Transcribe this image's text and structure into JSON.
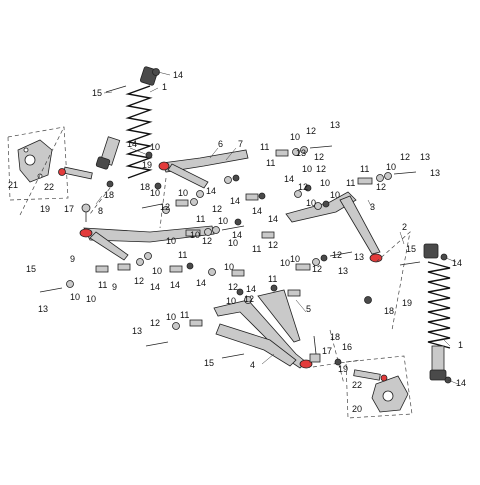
{
  "diagram": {
    "callouts": [
      {
        "id": "c1",
        "text": "14"
      },
      {
        "id": "c2",
        "text": "15"
      },
      {
        "id": "c3",
        "text": "1"
      },
      {
        "id": "c4",
        "text": "14"
      },
      {
        "id": "c5",
        "text": "19"
      },
      {
        "id": "c6",
        "text": "6"
      },
      {
        "id": "c7",
        "text": "7"
      },
      {
        "id": "c8",
        "text": "10"
      },
      {
        "id": "c9",
        "text": "12"
      },
      {
        "id": "c10",
        "text": "13"
      },
      {
        "id": "c11",
        "text": "11"
      },
      {
        "id": "c12",
        "text": "10"
      },
      {
        "id": "c13",
        "text": "12"
      },
      {
        "id": "c14",
        "text": "13"
      },
      {
        "id": "c15",
        "text": "11"
      },
      {
        "id": "c16",
        "text": "14"
      },
      {
        "id": "c17",
        "text": "10"
      },
      {
        "id": "c18",
        "text": "12"
      },
      {
        "id": "c19",
        "text": "10"
      },
      {
        "id": "c20",
        "text": "12"
      },
      {
        "id": "c21",
        "text": "14"
      },
      {
        "id": "c22",
        "text": "21"
      },
      {
        "id": "c23",
        "text": "22"
      },
      {
        "id": "c24",
        "text": "18"
      },
      {
        "id": "c25",
        "text": "18"
      },
      {
        "id": "c26",
        "text": "19"
      },
      {
        "id": "c27",
        "text": "17"
      },
      {
        "id": "c28",
        "text": "8"
      },
      {
        "id": "c29",
        "text": "10"
      },
      {
        "id": "c30",
        "text": "12"
      },
      {
        "id": "c31",
        "text": "11"
      },
      {
        "id": "c32",
        "text": "10"
      },
      {
        "id": "c33",
        "text": "14"
      },
      {
        "id": "c34",
        "text": "12"
      },
      {
        "id": "c35",
        "text": "10"
      },
      {
        "id": "c36",
        "text": "14"
      },
      {
        "id": "c37",
        "text": "10"
      },
      {
        "id": "c38",
        "text": "14"
      },
      {
        "id": "c39",
        "text": "10"
      },
      {
        "id": "c40",
        "text": "12"
      },
      {
        "id": "c41",
        "text": "11"
      },
      {
        "id": "c42",
        "text": "14"
      },
      {
        "id": "c43",
        "text": "10"
      },
      {
        "id": "c44",
        "text": "12"
      },
      {
        "id": "c45",
        "text": "11"
      },
      {
        "id": "c46",
        "text": "13"
      },
      {
        "id": "c47",
        "text": "10"
      },
      {
        "id": "c48",
        "text": "12"
      },
      {
        "id": "c49",
        "text": "13"
      },
      {
        "id": "c50",
        "text": "3"
      },
      {
        "id": "c51",
        "text": "2"
      },
      {
        "id": "c52",
        "text": "15"
      },
      {
        "id": "c53",
        "text": "14"
      },
      {
        "id": "c54",
        "text": "19"
      },
      {
        "id": "c55",
        "text": "18"
      },
      {
        "id": "c56",
        "text": "15"
      },
      {
        "id": "c57",
        "text": "9"
      },
      {
        "id": "c58",
        "text": "10"
      },
      {
        "id": "c59",
        "text": "11"
      },
      {
        "id": "c60",
        "text": "9"
      },
      {
        "id": "c61",
        "text": "12"
      },
      {
        "id": "c62",
        "text": "14"
      },
      {
        "id": "c63",
        "text": "10"
      },
      {
        "id": "c64",
        "text": "10"
      },
      {
        "id": "c65",
        "text": "14"
      },
      {
        "id": "c66",
        "text": "14"
      },
      {
        "id": "c67",
        "text": "10"
      },
      {
        "id": "c68",
        "text": "12"
      },
      {
        "id": "c69",
        "text": "13"
      },
      {
        "id": "c70",
        "text": "11"
      },
      {
        "id": "c71",
        "text": "10"
      },
      {
        "id": "c72",
        "text": "12"
      },
      {
        "id": "c73",
        "text": "10"
      },
      {
        "id": "c74",
        "text": "12"
      },
      {
        "id": "c75",
        "text": "14"
      },
      {
        "id": "c76",
        "text": "5"
      },
      {
        "id": "c77",
        "text": "13"
      },
      {
        "id": "c78",
        "text": "12"
      },
      {
        "id": "c79",
        "text": "10"
      },
      {
        "id": "c80",
        "text": "11"
      },
      {
        "id": "c81",
        "text": "15"
      },
      {
        "id": "c82",
        "text": "4"
      },
      {
        "id": "c83",
        "text": "18"
      },
      {
        "id": "c84",
        "text": "16"
      },
      {
        "id": "c85",
        "text": "17"
      },
      {
        "id": "c86",
        "text": "19"
      },
      {
        "id": "c87",
        "text": "1"
      },
      {
        "id": "c88",
        "text": "22"
      },
      {
        "id": "c89",
        "text": "20"
      },
      {
        "id": "c90",
        "text": "14"
      },
      {
        "id": "c91",
        "text": "10"
      },
      {
        "id": "c92",
        "text": "13"
      },
      {
        "id": "c93",
        "text": "12"
      },
      {
        "id": "c94",
        "text": "11"
      },
      {
        "id": "c95",
        "text": "10"
      },
      {
        "id": "c96",
        "text": "13"
      },
      {
        "id": "c97",
        "text": "12"
      },
      {
        "id": "c98",
        "text": "11"
      },
      {
        "id": "c99",
        "text": "10"
      }
    ]
  }
}
